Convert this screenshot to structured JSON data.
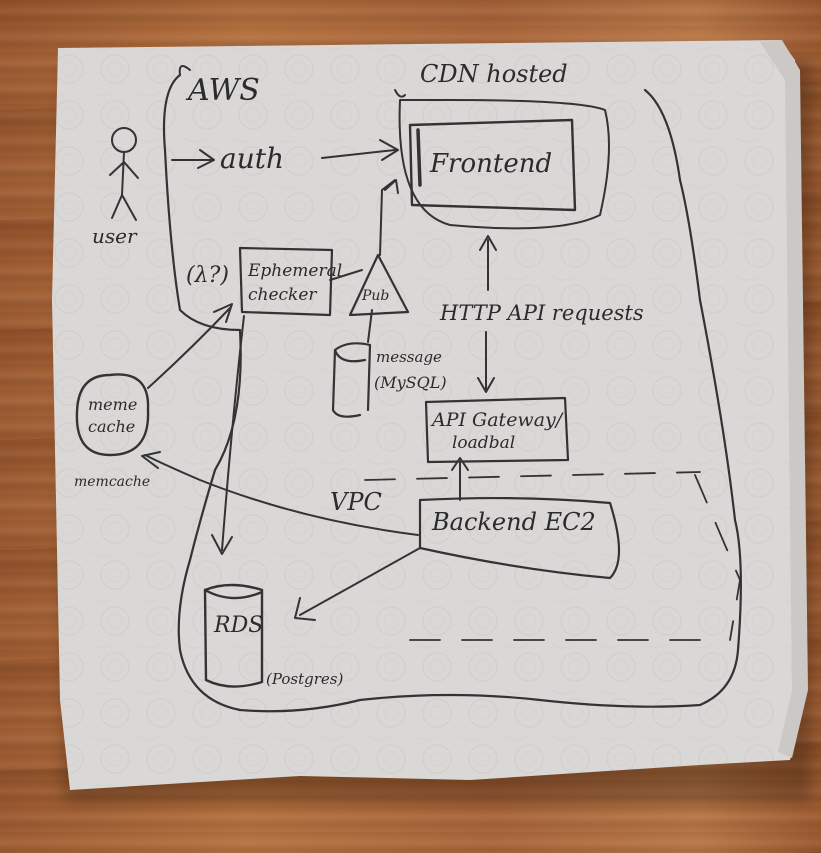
{
  "sketch": {
    "labels": {
      "aws": "AWS",
      "cdn_hosted": "CDN hosted",
      "user": "user",
      "auth": "auth",
      "frontend": "Frontend",
      "lambda": "(λ?)",
      "ephemeral_1": "Ephemeral",
      "ephemeral_2": "checker",
      "pubsub": "Pub",
      "storage_1": "message",
      "storage_2": "(MySQL)",
      "http_requests": "HTTP API requests",
      "memcache_1": "meme",
      "memcache_2": "cache",
      "memcache_caption": "memcache",
      "api_gw_1": "API Gateway/",
      "api_gw_2": "loadbal",
      "vpc": "VPC",
      "backend": "Backend EC2",
      "rds": "RDS",
      "postgres": "(Postgres)"
    }
  }
}
